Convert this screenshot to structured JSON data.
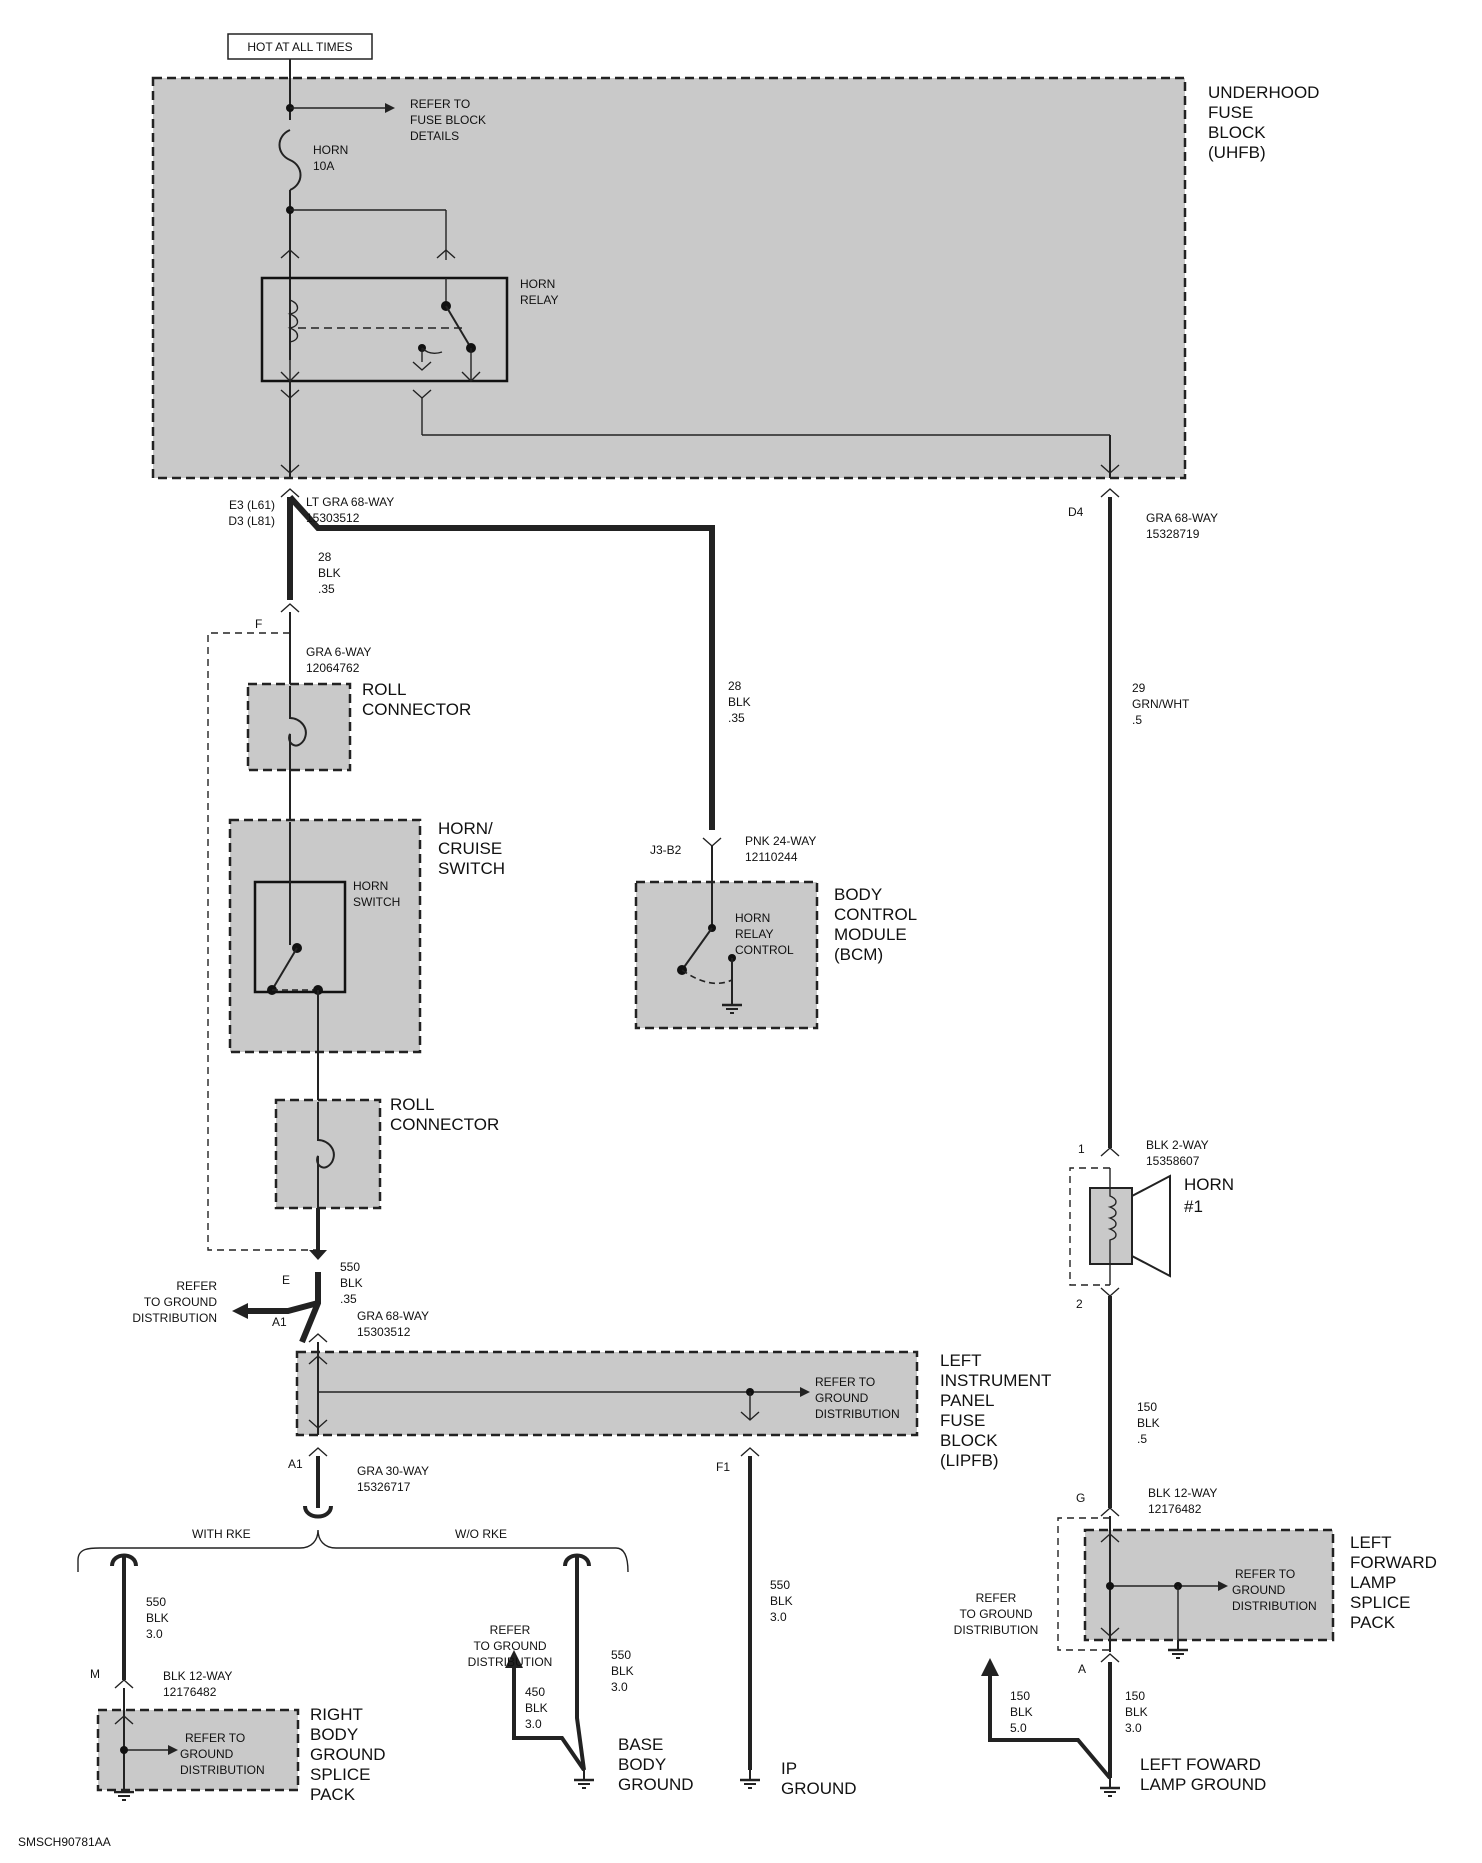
{
  "header": {
    "hot_label": "HOT AT ALL TIMES"
  },
  "uhfb": {
    "refer_lines": [
      "REFER TO",
      "FUSE BLOCK",
      "DETAILS"
    ],
    "fuse_lines": [
      "HORN",
      "10A"
    ],
    "relay_lines": [
      "HORN",
      "RELAY"
    ],
    "name_lines": [
      "UNDERHOOD",
      "FUSE",
      "BLOCK",
      "(UHFB)"
    ]
  },
  "conn_e3": {
    "pins": [
      "E3 (L61)",
      "D3 (L81)"
    ],
    "info": [
      "LT GRA 68-WAY",
      "15303512"
    ]
  },
  "conn_d4": {
    "pin": "D4",
    "info": [
      "GRA 68-WAY",
      "15328719"
    ]
  },
  "wire_28_left": [
    "28",
    "BLK",
    ".35"
  ],
  "wire_28_bcm": [
    "28",
    "BLK",
    ".35"
  ],
  "wire_29": [
    "29",
    "GRN/WHT",
    ".5"
  ],
  "conn_f": {
    "pin": "F",
    "info": [
      "GRA 6-WAY",
      "12064762"
    ]
  },
  "roll_connector_1": [
    "ROLL",
    "CONNECTOR"
  ],
  "horn_cruise_switch": {
    "name_lines": [
      "HORN/",
      "CRUISE",
      "SWITCH"
    ],
    "inner_lines": [
      "HORN",
      "SWITCH"
    ]
  },
  "roll_connector_2": [
    "ROLL",
    "CONNECTOR"
  ],
  "conn_j3": {
    "pin": "J3-B2",
    "info": [
      "PNK 24-WAY",
      "12110244"
    ]
  },
  "bcm": {
    "inner_lines": [
      "HORN",
      "RELAY",
      "CONTROL"
    ],
    "name_lines": [
      "BODY",
      "CONTROL",
      "MODULE",
      "(BCM)"
    ]
  },
  "horn1": {
    "pin_top": "1",
    "info": [
      "BLK 2-WAY",
      "15358607"
    ],
    "name_lines": [
      "HORN",
      "#1"
    ],
    "pin_bottom": "2"
  },
  "wire_550_top": [
    "550",
    "BLK",
    ".35"
  ],
  "conn_e": {
    "pin_e": "E",
    "pin_a1": "A1",
    "info": [
      "GRA 68-WAY",
      "15303512"
    ]
  },
  "refer_ground_left": [
    "REFER",
    "TO GROUND",
    "DISTRIBUTION"
  ],
  "lipfb": {
    "refer_lines": [
      "REFER TO",
      "GROUND",
      "DISTRIBUTION"
    ],
    "name_lines": [
      "LEFT",
      "INSTRUMENT",
      "PANEL",
      "FUSE",
      "BLOCK",
      "(LIPFB)"
    ]
  },
  "conn_a1_bottom": {
    "pin": "A1",
    "info": [
      "GRA 30-WAY",
      "15326717"
    ]
  },
  "conn_f1": {
    "pin": "F1"
  },
  "wire_150_mid": [
    "150",
    "BLK",
    ".5"
  ],
  "conn_g": {
    "pin": "G",
    "info": [
      "BLK 12-WAY",
      "12176482"
    ]
  },
  "lflsp": {
    "refer_lines": [
      "REFER TO",
      "GROUND",
      "DISTRIBUTION"
    ],
    "name_lines": [
      "LEFT",
      "FORWARD",
      "LAMP",
      "SPLICE",
      "PACK"
    ]
  },
  "options": {
    "with_rke": "WITH RKE",
    "without_rke": "W/O RKE"
  },
  "wire_550_m": [
    "550",
    "BLK",
    "3.0"
  ],
  "conn_m": {
    "pin": "M",
    "info": [
      "BLK 12-WAY",
      "12176482"
    ]
  },
  "rbgsp": {
    "refer_lines": [
      "REFER TO",
      "GROUND",
      "DISTRIBUTION"
    ],
    "name_lines": [
      "RIGHT",
      "BODY",
      "GROUND",
      "SPLICE",
      "PACK"
    ]
  },
  "refer_ground_base": [
    "REFER",
    "TO GROUND",
    "DISTRIBUTION"
  ],
  "wire_450": [
    "450",
    "BLK",
    "3.0"
  ],
  "wire_550_base": [
    "550",
    "BLK",
    "3.0"
  ],
  "base_ground": [
    "BASE",
    "BODY",
    "GROUND"
  ],
  "wire_550_ip": [
    "550",
    "BLK",
    "3.0"
  ],
  "ip_ground": [
    "IP",
    "GROUND"
  ],
  "refer_ground_lamp": [
    "REFER",
    "TO GROUND",
    "DISTRIBUTION"
  ],
  "conn_a_lamp": {
    "pin": "A"
  },
  "wire_150_lamp_left": [
    "150",
    "BLK",
    "5.0"
  ],
  "wire_150_lamp_right": [
    "150",
    "BLK",
    "3.0"
  ],
  "lamp_ground": [
    "LEFT FOWARD",
    "LAMP GROUND"
  ],
  "footer": {
    "code": "SMSCH90781AA"
  }
}
